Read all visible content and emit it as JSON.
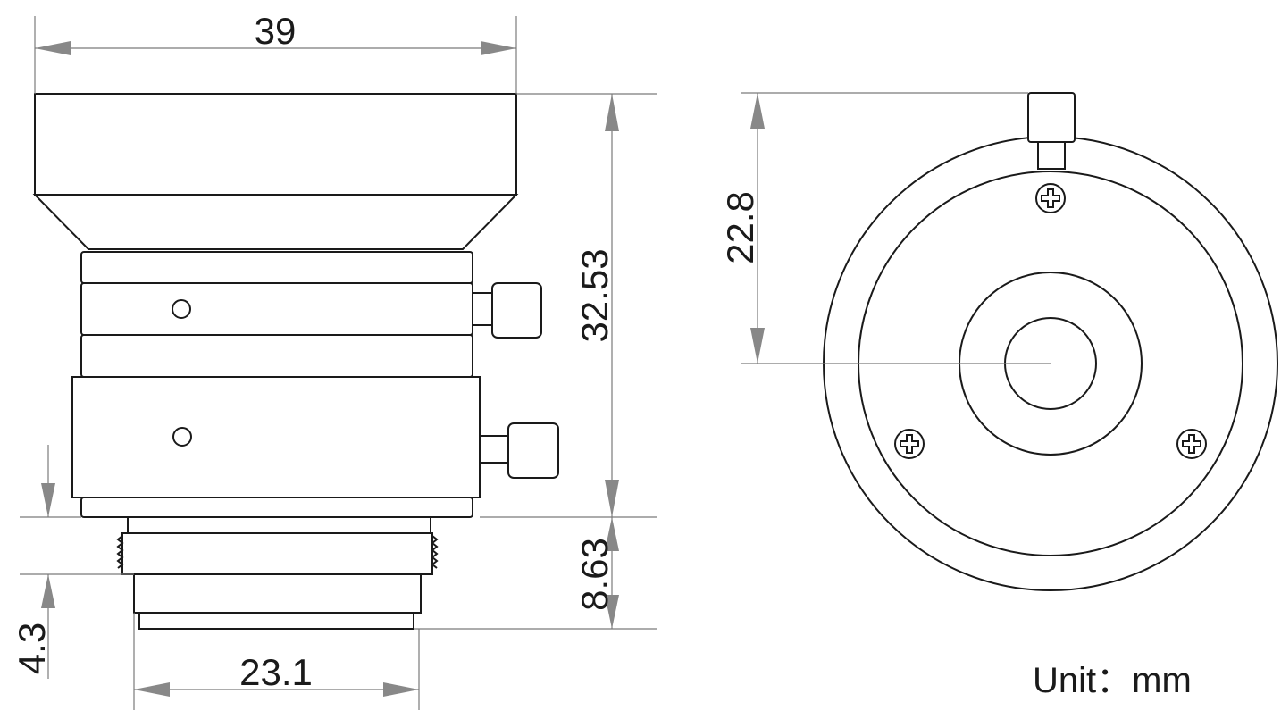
{
  "dimensions": {
    "outer_diameter": "39",
    "overall_length": "32.53",
    "front_center_height": "22.8",
    "mount_length": "8.63",
    "flange_length": "4.3",
    "mount_diameter": "23.1"
  },
  "unit_label": "Unit：mm"
}
